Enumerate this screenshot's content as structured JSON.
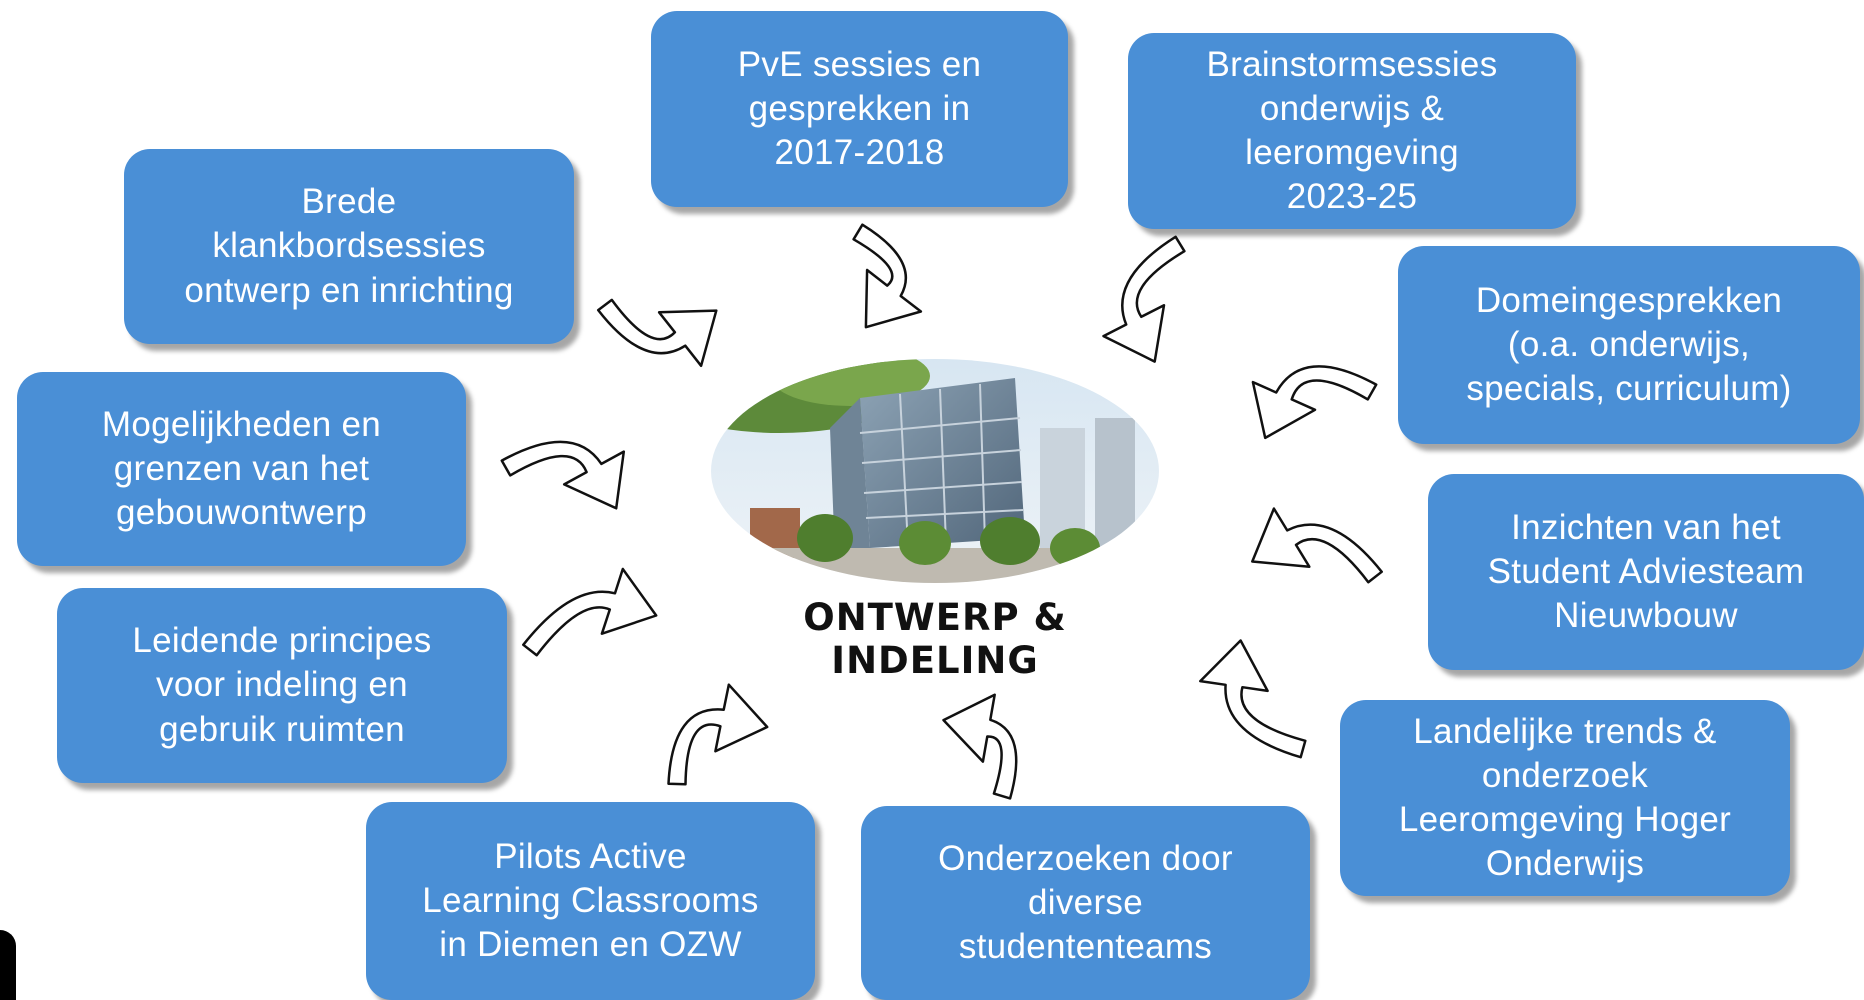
{
  "center": {
    "title": "ONTWERP & INDELING"
  },
  "boxes": [
    {
      "id": "pve",
      "text": "PvE sessies en\ngesprekken in\n2017-2018"
    },
    {
      "id": "brainstorm",
      "text": "Brainstormsessies\nonderwijs &\nleeromgeving\n2023-25"
    },
    {
      "id": "klankbord",
      "text": "Brede\nklankbordsessies\nontwerp en inrichting"
    },
    {
      "id": "domein",
      "text": "Domeingesprekken\n(o.a. onderwijs,\nspecials, curriculum)"
    },
    {
      "id": "mogelijkheden",
      "text": "Mogelijkheden en\ngrenzen van het\ngebouwontwerp"
    },
    {
      "id": "inzichten",
      "text": "Inzichten van het\nStudent Adviesteam\nNieuwbouw"
    },
    {
      "id": "principes",
      "text": "Leidende principes\nvoor indeling en\ngebruik ruimten"
    },
    {
      "id": "landelijk",
      "text": "Landelijke trends &\nonderzoek\nLeeromgeving Hoger\nOnderwijs"
    },
    {
      "id": "pilots",
      "text": "Pilots Active\nLearning Classrooms\nin Diemen en OZW"
    },
    {
      "id": "onderzoeken",
      "text": "Onderzoeken door\ndiverse\nstudententeams"
    }
  ],
  "colors": {
    "box_fill": "#4a8fd6",
    "box_text": "#ffffff",
    "arrow_fill": "#ffffff",
    "arrow_stroke": "#111111"
  }
}
